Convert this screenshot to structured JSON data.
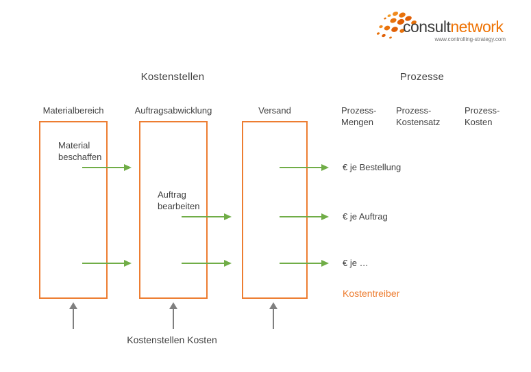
{
  "logo": {
    "brand_consult": "consult",
    "brand_network": "network",
    "website": "www.controlling-strategy.com"
  },
  "sections": {
    "kostenstellen_title": "Kostenstellen",
    "prozesse_title": "Prozesse"
  },
  "cost_centers": [
    {
      "label": "Materialbereich",
      "process": "Material\nbeschaffen"
    },
    {
      "label": "Auftragsabwicklung",
      "process": "Auftrag\nbearbeiten"
    },
    {
      "label": "Versand",
      "process": ""
    }
  ],
  "process_columns": [
    {
      "label": "Prozess-\nMengen"
    },
    {
      "label": "Prozess-\nKostensatz"
    },
    {
      "label": "Prozess-\nKosten"
    }
  ],
  "cost_drivers": [
    {
      "label": "€ je Bestellung"
    },
    {
      "label": "€ je Auftrag"
    },
    {
      "label": "€ je …"
    }
  ],
  "labels": {
    "kostentreiber": "Kostentreiber",
    "kostenstellen_kosten": "Kostenstellen Kosten"
  },
  "colors": {
    "box_border_orange": "#ED7D31",
    "arrow_green": "#70AD47",
    "arrow_gray": "#7F7F7F",
    "text_dark": "#404040",
    "logo_orange": "#EE7203",
    "logo_dark": "#3C3C3B"
  }
}
